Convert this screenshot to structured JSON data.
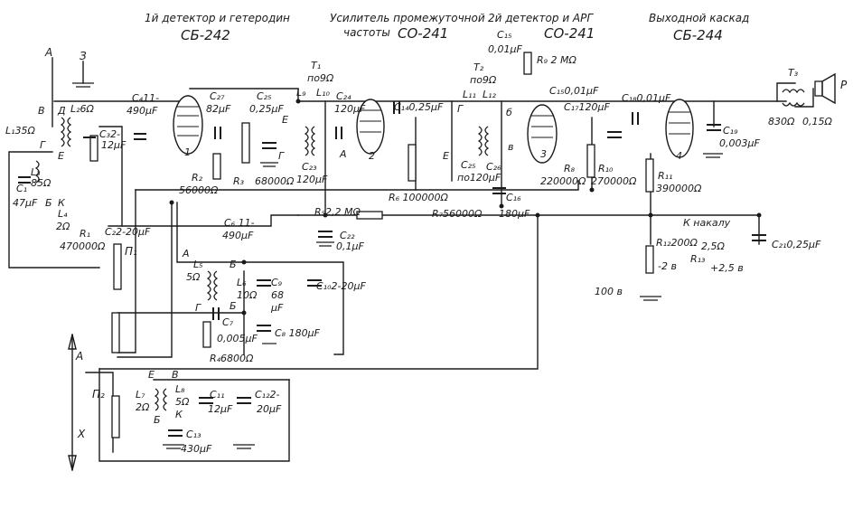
{
  "sections": {
    "det1": {
      "title": "1й детектор и гетеродин",
      "tube": "СБ-242"
    },
    "if_amp": {
      "title_line1": "Усилитель промежуточной",
      "title_line2": "частоты",
      "tube": "СО-241"
    },
    "det2": {
      "title": "2й детектор и АРГ",
      "tube": "СО-241"
    },
    "output": {
      "title": "Выходной каскад",
      "tube": "СБ-244"
    }
  },
  "terminals": {
    "antenna": "А",
    "ground": "З",
    "p": "Р",
    "x": "X",
    "a_bottom": "A"
  },
  "labels": {
    "L1": "L₁35Ω",
    "B": "В",
    "D": "Д",
    "G": "Г",
    "E": "Е",
    "K": "К",
    "B_low": "Б",
    "L2": "L₂6Ω",
    "C4": "C₄11-",
    "C4v": "490μF",
    "C27": "C₂₇",
    "C27v": "82μF",
    "C25t": "C₂₅",
    "C25tv": "0,25μF",
    "T1": "T₁",
    "T1v": "по9Ω",
    "L9": "L₉",
    "L10": "L₁₀",
    "C24": "C₂₄",
    "C24v": "120μF",
    "C14": "C₁₄0,25μF",
    "T2": "T₂",
    "T2v": "по9Ω",
    "L11": "L₁₁",
    "L12": "L₁₂",
    "C15a": "C₁₅",
    "C15av": "0,01μF",
    "R9": "R₉ 2 MΩ",
    "C15b": "C₁₅0,01μF",
    "C17": "C₁₇120μF",
    "C18": "C₁₈0,01μF",
    "T3": "T₃",
    "C3": "C₃2-",
    "C3v": "12μF",
    "L3": "L₃",
    "L3v": "85Ω",
    "C1": "C₁",
    "C1v": "47μF",
    "L4": "L₄",
    "L4v": "2Ω",
    "R1": "R₁",
    "R1v": "470000Ω",
    "C2": "C₂2-20μF",
    "P1": "П₁",
    "R2": "R₂",
    "R2v": "56000Ω",
    "R3": "R₃",
    "R3v": "68000Ω",
    "C23": "C₂₃",
    "C23v": "120μF",
    "R6": "R₆ 100000Ω",
    "R5": "R₅2,2 MΩ",
    "C22": "C₂₂",
    "C22v": "0,1μF",
    "R7": "R₇56000Ω",
    "C25b": "C₂₅",
    "C25bv": "по120μF",
    "C26": "C₂₆",
    "R8": "R₈",
    "R8v": "220000Ω",
    "C16": "C₁₆",
    "C16v": "180μF",
    "R10": "R₁₀",
    "R10v": "270000Ω",
    "R11": "R₁₁",
    "R11v": "390000Ω",
    "C19": "C₁₉",
    "C19v": "0,003μF",
    "T3r": "830Ω",
    "T3s": "0,15Ω",
    "C6": "C₆ 11-",
    "C6v": "490μF",
    "L5": "L₅",
    "L5v": "5Ω",
    "L6": "L₆",
    "L6v": "10Ω",
    "C9": "C₉",
    "C9v": "68",
    "C9u": "μF",
    "C10": "C₁₀2-20μF",
    "C7": "C₇",
    "C7v": "0,005μF",
    "C8": "C₈ 180μF",
    "R4": "R₄6800Ω",
    "C21": "C₂₁0,25μF",
    "kanalu": "К накалу",
    "R12": "R₁₂200Ω",
    "R13": "R₁₃",
    "v25a": "2,5Ω",
    "v2b": "-2 в",
    "v25b": "+2,5 в",
    "v100": "100 в",
    "P2": "П₂",
    "L7": "L₇",
    "L7v": "2Ω",
    "L8": "L₈",
    "L8v": "5Ω",
    "C11": "C₁₁",
    "C11v": "12μF",
    "C12": "C₁₂2-",
    "C12v": "20μF",
    "C13": "C₁₃",
    "C13v": "430μF",
    "E2": "Е",
    "V2": "В",
    "B2": "Б",
    "K2": "К",
    "tube1": "1",
    "tube2": "2",
    "tube3": "3",
    "tube4": "4",
    "node6": "б",
    "node8": "в",
    "nodeA": "А",
    "nodeB": "Б",
    "nodeG": "Г"
  }
}
